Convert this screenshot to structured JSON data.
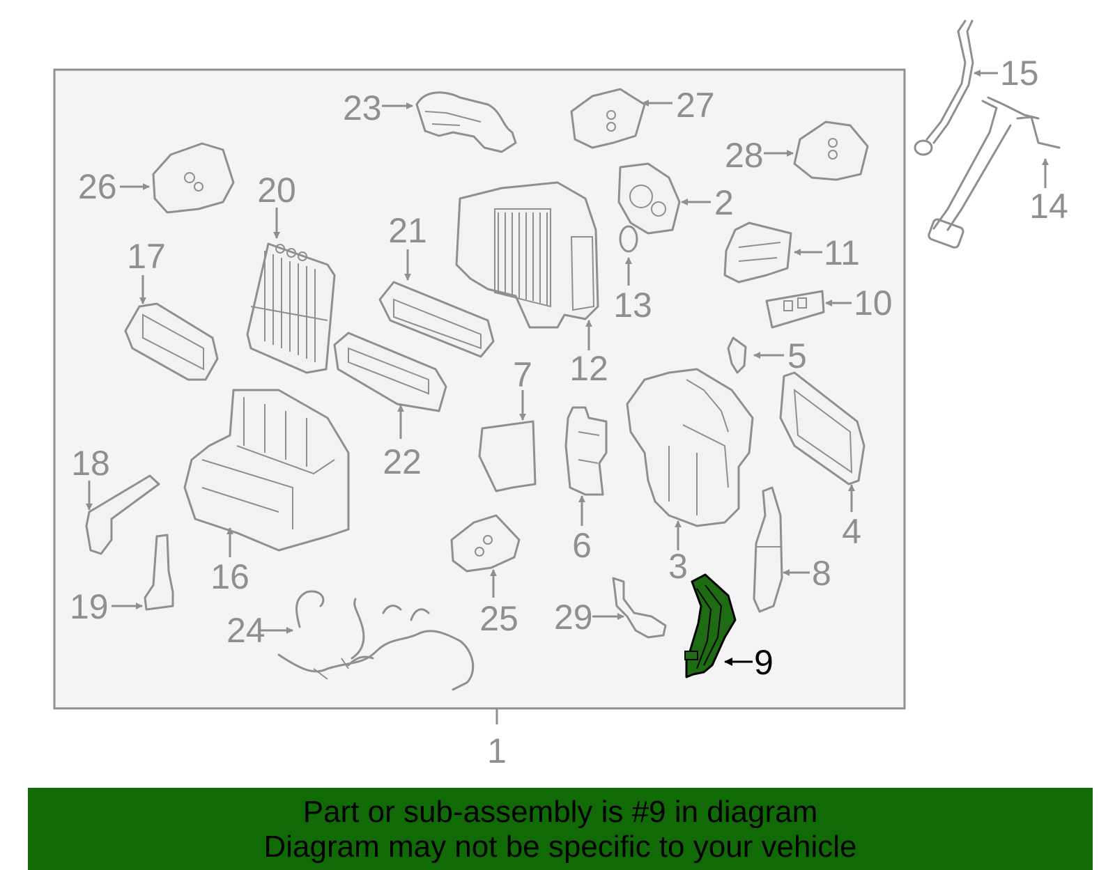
{
  "callouts": {
    "c1": "1",
    "c2": "2",
    "c3": "3",
    "c4": "4",
    "c5": "5",
    "c6": "6",
    "c7": "7",
    "c8": "8",
    "c9": "9",
    "c10": "10",
    "c11": "11",
    "c12": "12",
    "c13": "13",
    "c14": "14",
    "c15": "15",
    "c16": "16",
    "c17": "17",
    "c18": "18",
    "c19": "19",
    "c20": "20",
    "c21": "21",
    "c22": "22",
    "c23": "23",
    "c24": "24",
    "c25": "25",
    "c26": "26",
    "c27": "27",
    "c28": "28",
    "c29": "29"
  },
  "highlight": {
    "part": "9",
    "color": "#1d6b12"
  },
  "banner": {
    "line1": "Part or sub-assembly is #9 in diagram",
    "line2": "Diagram may not be specific to your vehicle",
    "background": "#106b06"
  }
}
